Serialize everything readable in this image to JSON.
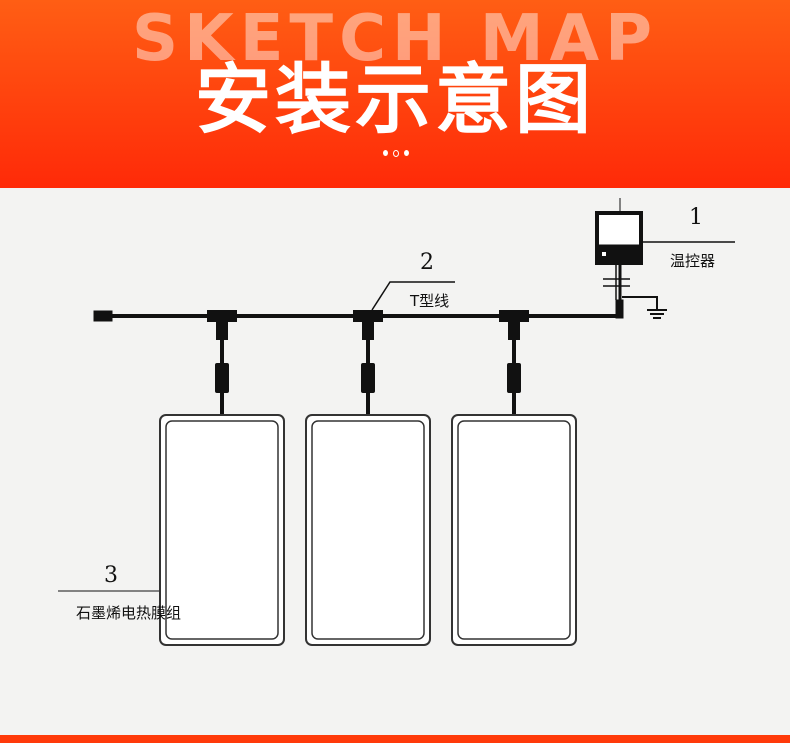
{
  "header": {
    "watermark": "SKETCH MAP",
    "title": "安装示意图"
  },
  "labels": [
    {
      "number": "1",
      "text": "温控器"
    },
    {
      "number": "2",
      "text": "T型线"
    },
    {
      "number": "3",
      "text": "石墨烯电热膜组"
    }
  ],
  "colors": {
    "accent": "#ff3a0a",
    "line": "#111111"
  }
}
